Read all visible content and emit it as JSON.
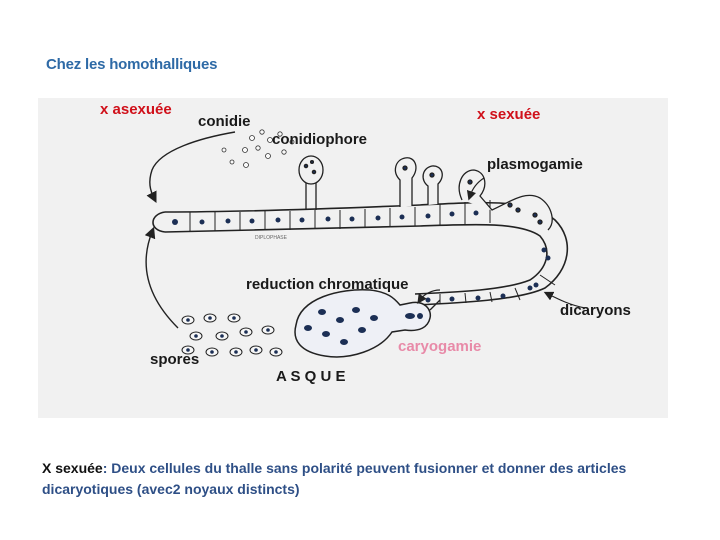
{
  "title": "Chez les homothalliques",
  "labels": {
    "asexual": "x asexuée",
    "sexual": "x sexuée",
    "conidie": "conidie",
    "conidiophore": "conidiophore",
    "plasmogamie": "plasmogamie",
    "reduction": "reduction chromatique",
    "dicaryons": "dicaryons",
    "caryogamie": "caryogamie",
    "spores": "spores",
    "asque": "A S Q U E",
    "tiny": "DIPLOPHASE"
  },
  "caption": {
    "keyword": "X sexuée",
    "text": ": Deux cellules du thalle sans polarité  peuvent fusionner et donner des articles dicaryotiques (avec2 noyaux distincts)"
  },
  "colors": {
    "title": "#2e6aa6",
    "red": "#d0101a",
    "pink": "#e88aa8",
    "caption": "#2e4f86"
  }
}
